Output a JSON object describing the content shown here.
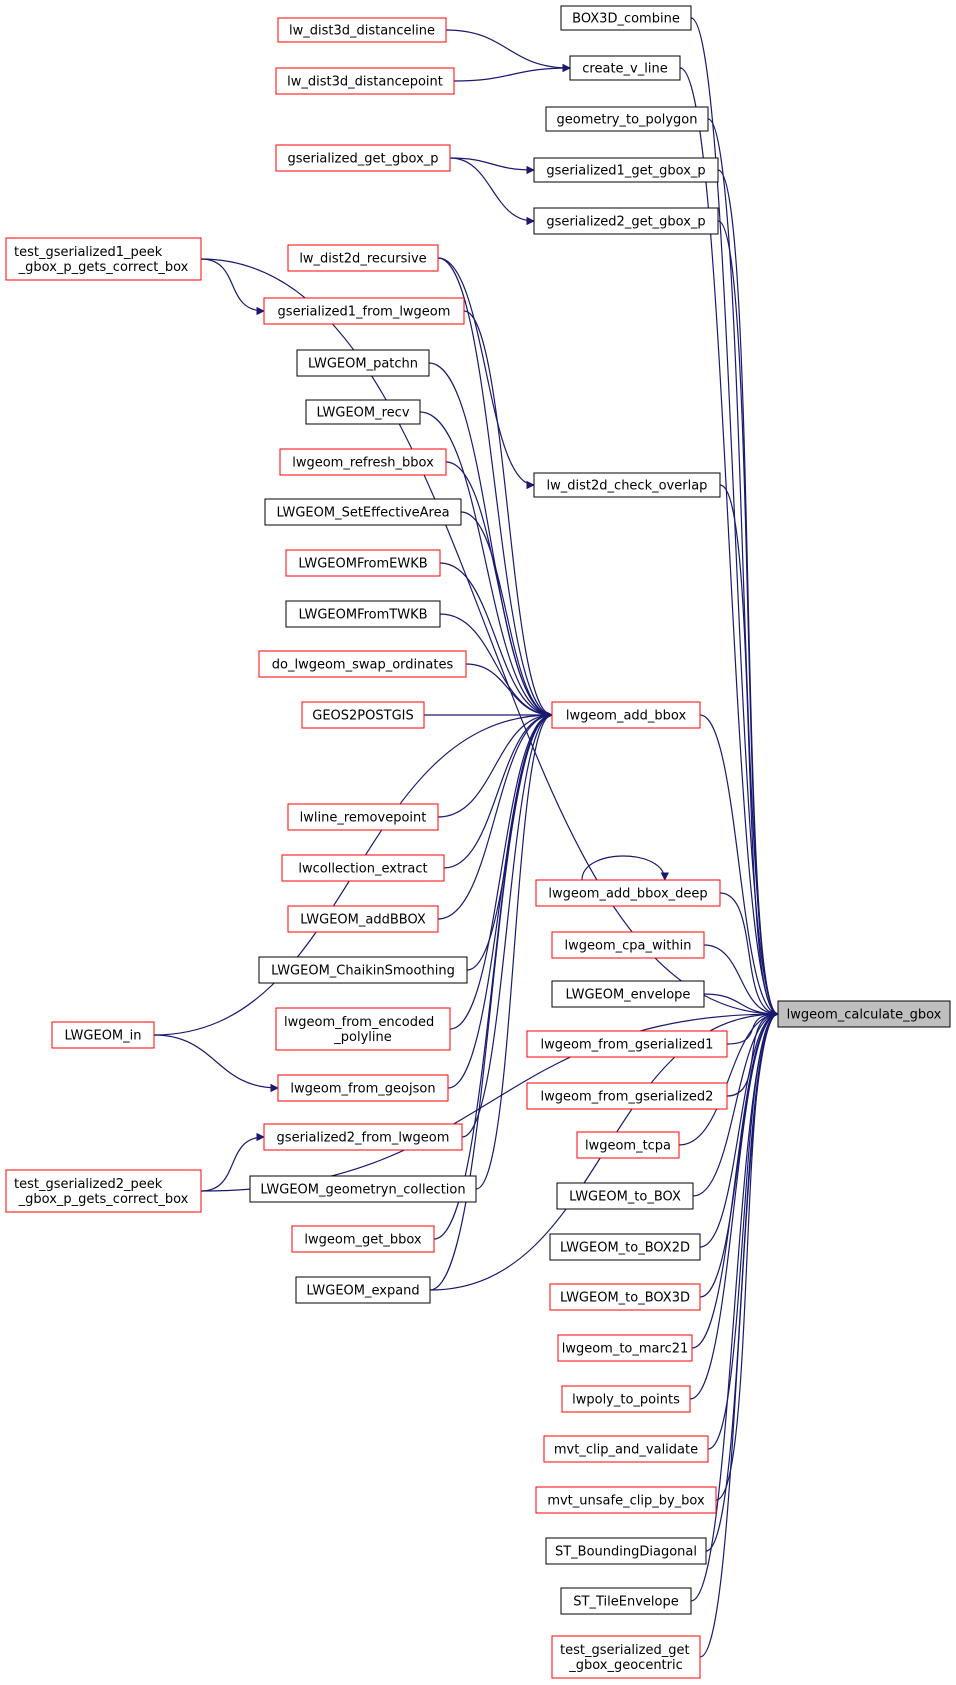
{
  "colors": {
    "edge": "#191970",
    "border_red": "#ff0000",
    "border_black": "#000000",
    "target_fill": "#bfbfbf"
  },
  "nodes": [
    {
      "id": "n0",
      "lines": [
        "lwgeom_calculate_gbox"
      ],
      "border": "black",
      "target": true
    },
    {
      "id": "n1",
      "lines": [
        "BOX3D_combine"
      ],
      "border": "black"
    },
    {
      "id": "n2",
      "lines": [
        "create_v_line"
      ],
      "border": "black"
    },
    {
      "id": "n3",
      "lines": [
        "lw_dist3d_distanceline"
      ],
      "border": "red"
    },
    {
      "id": "n4",
      "lines": [
        "lw_dist3d_distancepoint"
      ],
      "border": "red"
    },
    {
      "id": "n5",
      "lines": [
        "geometry_to_polygon"
      ],
      "border": "black"
    },
    {
      "id": "n6",
      "lines": [
        "gserialized1_get_gbox_p"
      ],
      "border": "black"
    },
    {
      "id": "n7",
      "lines": [
        "gserialized_get_gbox_p"
      ],
      "border": "red"
    },
    {
      "id": "n8",
      "lines": [
        "gserialized2_get_gbox_p"
      ],
      "border": "black"
    },
    {
      "id": "n9",
      "lines": [
        "test_gserialized1_peek",
        "_gbox_p_gets_correct_box"
      ],
      "border": "red"
    },
    {
      "id": "n10",
      "lines": [
        "lw_dist2d_recursive"
      ],
      "border": "red"
    },
    {
      "id": "n11",
      "lines": [
        "gserialized1_from_lwgeom"
      ],
      "border": "red"
    },
    {
      "id": "n12",
      "lines": [
        "LWGEOM_patchn"
      ],
      "border": "black"
    },
    {
      "id": "n13",
      "lines": [
        "LWGEOM_recv"
      ],
      "border": "black"
    },
    {
      "id": "n14",
      "lines": [
        "lwgeom_refresh_bbox"
      ],
      "border": "red"
    },
    {
      "id": "n15",
      "lines": [
        "lw_dist2d_check_overlap"
      ],
      "border": "black"
    },
    {
      "id": "n16",
      "lines": [
        "LWGEOM_SetEffectiveArea"
      ],
      "border": "black"
    },
    {
      "id": "n17",
      "lines": [
        "LWGEOMFromEWKB"
      ],
      "border": "red"
    },
    {
      "id": "n18",
      "lines": [
        "LWGEOMFromTWKB"
      ],
      "border": "black"
    },
    {
      "id": "n19",
      "lines": [
        "do_lwgeom_swap_ordinates"
      ],
      "border": "red"
    },
    {
      "id": "n20",
      "lines": [
        "GEOS2POSTGIS"
      ],
      "border": "red"
    },
    {
      "id": "n21",
      "lines": [
        "lwgeom_add_bbox"
      ],
      "border": "red"
    },
    {
      "id": "n22",
      "lines": [
        "lwline_removepoint"
      ],
      "border": "red"
    },
    {
      "id": "n23",
      "lines": [
        "lwcollection_extract"
      ],
      "border": "red"
    },
    {
      "id": "n24",
      "lines": [
        "LWGEOM_addBBOX"
      ],
      "border": "red"
    },
    {
      "id": "n25",
      "lines": [
        "lwgeom_add_bbox_deep"
      ],
      "border": "red"
    },
    {
      "id": "n26",
      "lines": [
        "lwgeom_cpa_within"
      ],
      "border": "red"
    },
    {
      "id": "n27",
      "lines": [
        "LWGEOM_ChaikinSmoothing"
      ],
      "border": "black"
    },
    {
      "id": "n28",
      "lines": [
        "LWGEOM_envelope"
      ],
      "border": "black"
    },
    {
      "id": "n29",
      "lines": [
        "lwgeom_from_encoded",
        "_polyline"
      ],
      "border": "red"
    },
    {
      "id": "n30",
      "lines": [
        "LWGEOM_in"
      ],
      "border": "red"
    },
    {
      "id": "n31",
      "lines": [
        "lwgeom_from_gserialized1"
      ],
      "border": "red"
    },
    {
      "id": "n32",
      "lines": [
        "lwgeom_from_geojson"
      ],
      "border": "red"
    },
    {
      "id": "n33",
      "lines": [
        "lwgeom_from_gserialized2"
      ],
      "border": "red"
    },
    {
      "id": "n34",
      "lines": [
        "gserialized2_from_lwgeom"
      ],
      "border": "red"
    },
    {
      "id": "n35",
      "lines": [
        "lwgeom_tcpa"
      ],
      "border": "red"
    },
    {
      "id": "n36",
      "lines": [
        "test_gserialized2_peek",
        "_gbox_p_gets_correct_box"
      ],
      "border": "red"
    },
    {
      "id": "n37",
      "lines": [
        "LWGEOM_geometryn_collection"
      ],
      "border": "black"
    },
    {
      "id": "n38",
      "lines": [
        "LWGEOM_to_BOX"
      ],
      "border": "black"
    },
    {
      "id": "n39",
      "lines": [
        "lwgeom_get_bbox"
      ],
      "border": "red"
    },
    {
      "id": "n40",
      "lines": [
        "LWGEOM_to_BOX2D"
      ],
      "border": "black"
    },
    {
      "id": "n41",
      "lines": [
        "LWGEOM_expand"
      ],
      "border": "black"
    },
    {
      "id": "n42",
      "lines": [
        "LWGEOM_to_BOX3D"
      ],
      "border": "red"
    },
    {
      "id": "n43",
      "lines": [
        "lwgeom_to_marc21"
      ],
      "border": "red"
    },
    {
      "id": "n44",
      "lines": [
        "lwpoly_to_points"
      ],
      "border": "red"
    },
    {
      "id": "n45",
      "lines": [
        "mvt_clip_and_validate"
      ],
      "border": "red"
    },
    {
      "id": "n46",
      "lines": [
        "mvt_unsafe_clip_by_box"
      ],
      "border": "red"
    },
    {
      "id": "n47",
      "lines": [
        "ST_BoundingDiagonal"
      ],
      "border": "black"
    },
    {
      "id": "n48",
      "lines": [
        "ST_TileEnvelope"
      ],
      "border": "black"
    },
    {
      "id": "n49",
      "lines": [
        "test_gserialized_get",
        "_gbox_geocentric"
      ],
      "border": "red"
    }
  ],
  "edges": [
    [
      "n1",
      "n0"
    ],
    [
      "n2",
      "n0"
    ],
    [
      "n3",
      "n2"
    ],
    [
      "n4",
      "n2"
    ],
    [
      "n5",
      "n0"
    ],
    [
      "n6",
      "n0"
    ],
    [
      "n7",
      "n6"
    ],
    [
      "n7",
      "n8"
    ],
    [
      "n8",
      "n0"
    ],
    [
      "n9",
      "n0"
    ],
    [
      "n9",
      "n11"
    ],
    [
      "n10",
      "n21"
    ],
    [
      "n10",
      "n15"
    ],
    [
      "n11",
      "n21"
    ],
    [
      "n12",
      "n21"
    ],
    [
      "n13",
      "n21"
    ],
    [
      "n14",
      "n21"
    ],
    [
      "n15",
      "n0"
    ],
    [
      "n16",
      "n21"
    ],
    [
      "n17",
      "n21"
    ],
    [
      "n18",
      "n21"
    ],
    [
      "n19",
      "n21"
    ],
    [
      "n20",
      "n21"
    ],
    [
      "n21",
      "n0"
    ],
    [
      "n22",
      "n21"
    ],
    [
      "n23",
      "n21"
    ],
    [
      "n24",
      "n21"
    ],
    [
      "n25",
      "n25"
    ],
    [
      "n25",
      "n0"
    ],
    [
      "n26",
      "n0"
    ],
    [
      "n27",
      "n21"
    ],
    [
      "n28",
      "n0"
    ],
    [
      "n29",
      "n21"
    ],
    [
      "n30",
      "n21"
    ],
    [
      "n30",
      "n32"
    ],
    [
      "n31",
      "n0"
    ],
    [
      "n32",
      "n21"
    ],
    [
      "n33",
      "n0"
    ],
    [
      "n34",
      "n21"
    ],
    [
      "n35",
      "n0"
    ],
    [
      "n36",
      "n34"
    ],
    [
      "n36",
      "n0"
    ],
    [
      "n37",
      "n21"
    ],
    [
      "n38",
      "n0"
    ],
    [
      "n39",
      "n21"
    ],
    [
      "n40",
      "n0"
    ],
    [
      "n41",
      "n21"
    ],
    [
      "n41",
      "n0"
    ],
    [
      "n42",
      "n0"
    ],
    [
      "n43",
      "n0"
    ],
    [
      "n44",
      "n0"
    ],
    [
      "n45",
      "n0"
    ],
    [
      "n46",
      "n0"
    ],
    [
      "n47",
      "n0"
    ],
    [
      "n48",
      "n0"
    ],
    [
      "n49",
      "n0"
    ]
  ]
}
